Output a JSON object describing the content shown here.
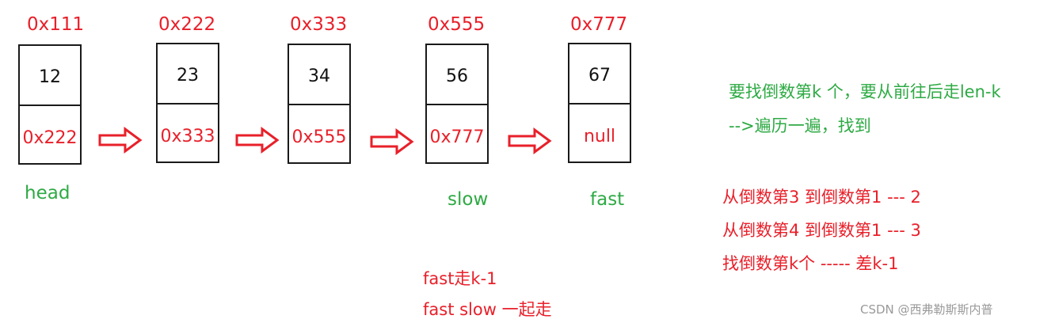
{
  "nodes": [
    {
      "addr": "0x111",
      "value": "12",
      "next": "0x222"
    },
    {
      "addr": "0x222",
      "value": "23",
      "next": "0x333"
    },
    {
      "addr": "0x333",
      "value": "34",
      "next": "0x555"
    },
    {
      "addr": "0x555",
      "value": "56",
      "next": "0x777"
    },
    {
      "addr": "0x777",
      "value": "67",
      "next": "null"
    }
  ],
  "labels": {
    "head": "head",
    "slow": "slow",
    "fast": "fast"
  },
  "notes_green": [
    "要找倒数第k 个，要从前往后走len-k",
    "-->遍历一遍，找到"
  ],
  "notes_red": [
    "从倒数第3 到倒数第1 --- 2",
    "从倒数第4 到倒数第1 --- 3",
    "找倒数第k个 ----- 差k-1"
  ],
  "bottom_notes": [
    "fast走k-1",
    "fast slow 一起走"
  ],
  "watermark": "CSDN @西弗勒斯斯内普",
  "colors": {
    "address": "#e8202a",
    "label": "#2eaa44",
    "border": "#1a1a1a",
    "arrow": "#e8202a"
  }
}
